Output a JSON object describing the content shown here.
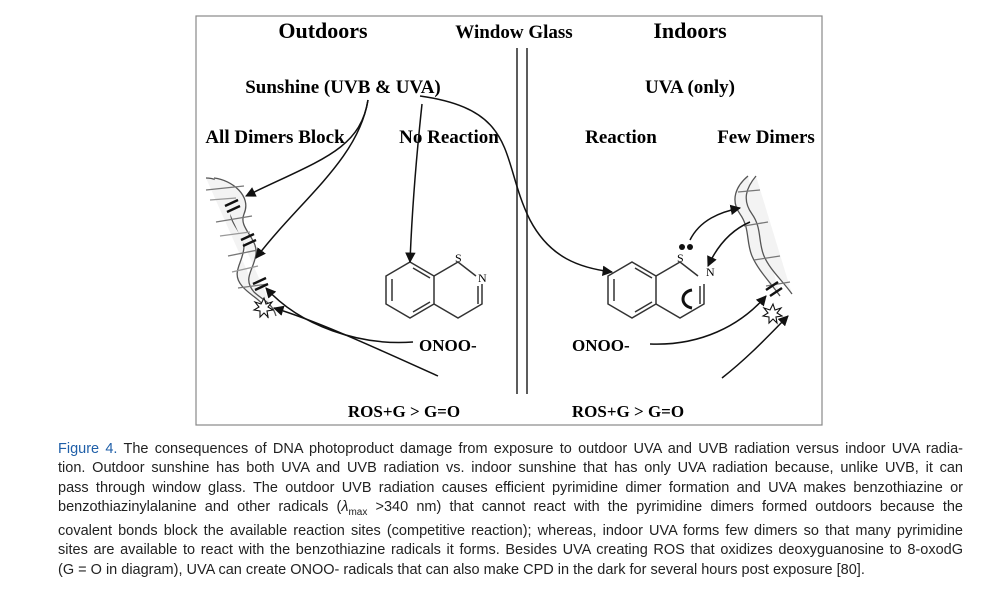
{
  "figure": {
    "headers": {
      "outdoors": "Outdoors",
      "window_glass": "Window Glass",
      "indoors": "Indoors"
    },
    "outdoor": {
      "source": "Sunshine (UVB & UVA)",
      "all_dimers_block": "All Dimers Block",
      "no_reaction": "No Reaction",
      "onoo": "ONOO-",
      "ros": "ROS+G > G=O"
    },
    "indoor": {
      "source": "UVA (only)",
      "reaction": "Reaction",
      "few_dimers": "Few Dimers",
      "onoo": "ONOO-",
      "ros": "ROS+G > G=O"
    },
    "atoms": {
      "sulfur": "S",
      "nitrogen": "N"
    }
  },
  "caption": {
    "label": "Figure 4.",
    "lines": [
      "The consequences of DNA photoproduct damage from exposure to outdoor UVA and UVB radiation versus indoor UVA radia-",
      "tion. Outdoor sunshine has both UVA and UVB radiation vs. indoor sunshine that has only UVA radiation because, unlike UVB, it can",
      "pass through window glass. The outdoor UVB radiation causes efficient pyrimidine dimer formation and UVA makes benzothiazine or",
      "benzothiazinylalanine and other radicals (",
      "that cannot react with the pyrimidine dimers formed outdoors because the",
      "covalent bonds block the available reaction sites (competitive reaction); whereas, indoor UVA forms few dimers so that many pyrimidine",
      "sites are available to react with the benzothiazine radicals it forms. Besides UVA creating ROS that oxidizes deoxyguanosine to 8-oxodG",
      "(G = O in diagram), UVA can create ONOO- radicals that can also make CPD in the dark for several hours post exposure [80]."
    ],
    "lambda": "λ",
    "lambda_sub": "max",
    "lambda_value": " >340 nm) "
  }
}
